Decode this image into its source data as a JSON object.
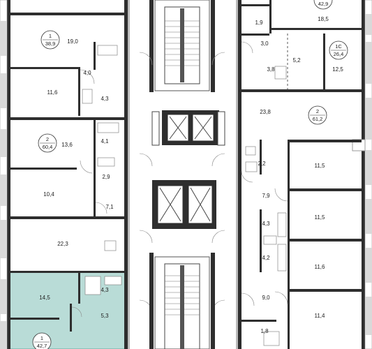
{
  "colors": {
    "wall": "#2e2e2e",
    "highlight": "#b9dcd7",
    "highlight_border": "#7cbab0",
    "window": "#d9d9d9"
  },
  "plan": {
    "badges": [
      {
        "id": "b1",
        "type": "1",
        "area": "38,9"
      },
      {
        "id": "b2",
        "type": "2",
        "area": "60,4"
      },
      {
        "id": "b3",
        "type": "1",
        "area": "42,7"
      },
      {
        "id": "b4",
        "type": "1С",
        "area": "26,4"
      },
      {
        "id": "b5",
        "type": "2",
        "area": "61,2"
      },
      {
        "id": "b6",
        "type": "",
        "area": "42,9"
      }
    ],
    "rooms": [
      {
        "id": "r190",
        "area": "19,0"
      },
      {
        "id": "r40",
        "area": "4,0"
      },
      {
        "id": "r116a",
        "area": "11,6"
      },
      {
        "id": "r43a",
        "area": "4,3"
      },
      {
        "id": "r136",
        "area": "13,6"
      },
      {
        "id": "r41",
        "area": "4,1"
      },
      {
        "id": "r29",
        "area": "2,9"
      },
      {
        "id": "r104",
        "area": "10,4"
      },
      {
        "id": "r71",
        "area": "7,1"
      },
      {
        "id": "r223",
        "area": "22,3"
      },
      {
        "id": "r145",
        "area": "14,5"
      },
      {
        "id": "r43b",
        "area": "4,3"
      },
      {
        "id": "r53",
        "area": "5,3"
      },
      {
        "id": "r185",
        "area": "18,5"
      },
      {
        "id": "r19",
        "area": "1,9"
      },
      {
        "id": "r30",
        "area": "3,0"
      },
      {
        "id": "r52",
        "area": "5,2"
      },
      {
        "id": "r38",
        "area": "3,8"
      },
      {
        "id": "r125",
        "area": "12,5"
      },
      {
        "id": "r238",
        "area": "23,8"
      },
      {
        "id": "r22",
        "area": "2,2"
      },
      {
        "id": "r115a",
        "area": "11,5"
      },
      {
        "id": "r79",
        "area": "7,9"
      },
      {
        "id": "r115b",
        "area": "11,5"
      },
      {
        "id": "r43c",
        "area": "4,3"
      },
      {
        "id": "r42",
        "area": "4,2"
      },
      {
        "id": "r116b",
        "area": "11,6"
      },
      {
        "id": "r90",
        "area": "9,0"
      },
      {
        "id": "r114",
        "area": "11,4"
      },
      {
        "id": "r18",
        "area": "1,8"
      }
    ]
  }
}
